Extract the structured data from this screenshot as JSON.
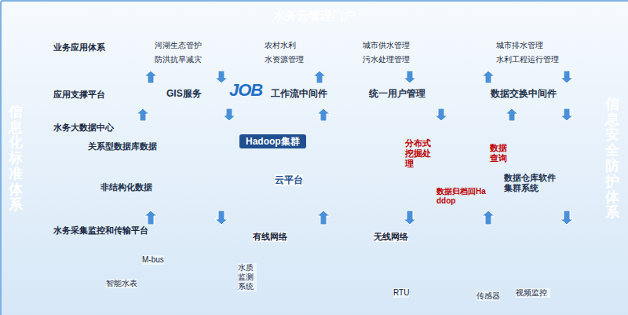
{
  "diagram": {
    "title": "水务云管理门户",
    "nodes": [
      {
        "text": [
          "信息化标准体系"
        ]
      },
      {
        "text": [
          "业务应用体系"
        ]
      },
      {
        "text": [
          "应用支撑平台"
        ]
      },
      {
        "text": [
          "水务大数据中心"
        ]
      },
      {
        "text": [
          "Hadoop集群"
        ],
        "in": 3
      },
      {
        "text": [
          "云平台"
        ],
        "in": 3
      },
      {
        "text": [
          "水务采集监控和传输平台"
        ]
      },
      {
        "text": [
          "有线网络"
        ],
        "in": 6
      },
      {
        "text": [
          "无线网络"
        ],
        "in": 6
      },
      {
        "text": [
          "M-bus",
          "智能水表"
        ],
        "in": 6
      },
      {
        "text": [
          "水质监测系统"
        ],
        "in": 6
      },
      {
        "text": [
          "RTU"
        ],
        "in": 6
      },
      {
        "text": [
          "传感器",
          "视频监控"
        ],
        "in": 6
      },
      {
        "text": [
          "信息安全防护体系"
        ]
      }
    ],
    "edges": [
      {
        "from": 1,
        "to": 2,
        "arrow": "both"
      },
      {
        "from": 2,
        "to": 3,
        "arrow": "both"
      },
      {
        "from": 3,
        "to": 6,
        "arrow": "both"
      }
    ],
    "labels": [
      "河湖生态管护",
      "农村水利",
      "城市供水管理",
      "城市排水管理",
      "防洪抗旱减灾",
      "水资源管理",
      "污水处理管理",
      "水利工程运行管理",
      "GIS服务",
      "JOB",
      "工作流中间件",
      "统一用户管理",
      "数据交换中间件",
      "关系型数据库数据",
      "非结构化数据",
      "分布式挖掘处理",
      "数据查询",
      "数据归档回Haddop",
      "数据仓库软件集群系统"
    ]
  }
}
